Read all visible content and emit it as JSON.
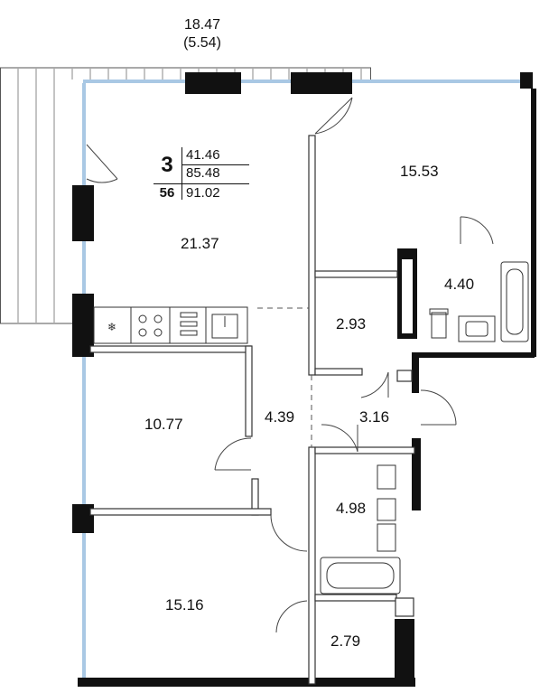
{
  "balcony": {
    "area": "18.47",
    "reduced_area": "(5.54)"
  },
  "apartment": {
    "rooms": "3",
    "number": "56",
    "living_area": "41.46",
    "total_area": "85.48",
    "total_with_balcony": "91.02"
  },
  "rooms": {
    "kitchen_living": "21.37",
    "bedroom_top_right": "15.53",
    "bathroom_top": "4.40",
    "storage": "2.93",
    "hall_small": "3.16",
    "corridor": "4.39",
    "bedroom_middle": "10.77",
    "bathroom_middle": "4.98",
    "bedroom_bottom": "15.16",
    "closet": "2.79"
  },
  "colors": {
    "wall": "#111111",
    "window": "#a9c8e4",
    "line": "#444444"
  }
}
